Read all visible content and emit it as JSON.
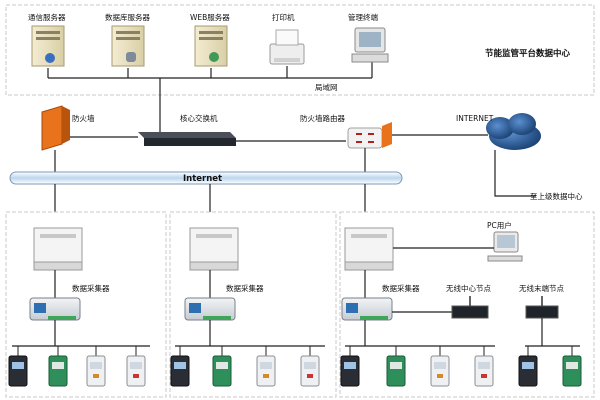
{
  "title": "节能监管平台数据中心",
  "servers": [
    {
      "label": "通信服务器",
      "icon": "communication-server-icon"
    },
    {
      "label": "数据库服务器",
      "icon": "database-server-icon"
    },
    {
      "label": "WEB服务器",
      "icon": "web-server-icon"
    },
    {
      "label": "打印机",
      "icon": "printer-icon"
    },
    {
      "label": "管理终端",
      "icon": "management-terminal-icon"
    }
  ],
  "lan_label": "局域网",
  "firewall_label": "防火墙",
  "core_switch_label": "核心交换机",
  "firewall_router_label": "防火墙路由器",
  "internet_label": "INTERNET",
  "backbone_label": "Internet",
  "upper_center_label": "至上级数据中心",
  "pc_user_label": "PC用户",
  "collector_label": "数据采集器",
  "wireless_center_label": "无线中心节点",
  "wireless_end_label": "无线末端节点",
  "colors": {
    "backbone": "#cfe3f5",
    "firewall": "#e8731c",
    "cloud": "#1c4f8c",
    "meter_green": "#2f8f5a"
  }
}
